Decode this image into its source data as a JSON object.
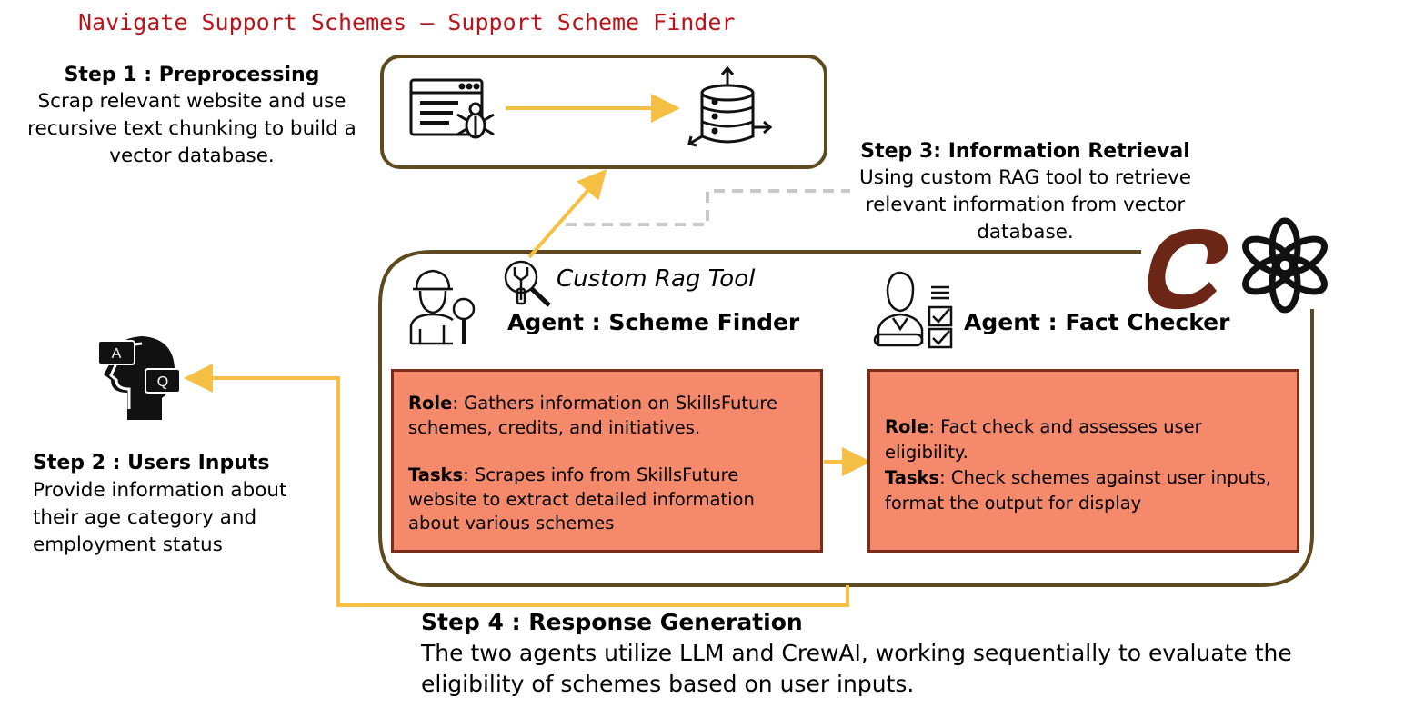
{
  "title": "Navigate Support Schemes – Support Scheme Finder",
  "step1": {
    "heading": "Step 1 : Preprocessing",
    "body": "Scrap relevant website and use recursive text chunking to build a vector database."
  },
  "step2": {
    "heading": "Step 2 : Users Inputs",
    "body": "Provide information about their age category and employment status"
  },
  "step3": {
    "heading": "Step 3: Information Retrieval",
    "body": "Using custom RAG tool to retrieve relevant information from vector database."
  },
  "step4": {
    "heading": "Step 4 : Response Generation",
    "body": "The two agents utilize LLM and CrewAI, working sequentially to evaluate the eligibility of schemes based on user inputs."
  },
  "tool_label": "Custom Rag Tool",
  "agent1": {
    "title": "Agent : Scheme Finder",
    "role_label": "Role",
    "role_text": ": Gathers information on SkillsFuture schemes, credits, and initiatives.",
    "tasks_label": "Tasks",
    "tasks_text": ": Scrapes info from SkillsFuture website to extract detailed information about various schemes"
  },
  "agent2": {
    "title": "Agent : Fact Checker",
    "role_label": "Role",
    "role_text": ": Fact check and assesses user eligibility.",
    "tasks_label": "Tasks",
    "tasks_text": ": Check schemes against user inputs, format the output for display"
  },
  "user_icon_letters": {
    "a": "A",
    "q": "Q"
  },
  "icons": [
    "web-scraper-icon",
    "database-icon",
    "user-qa-head-icon",
    "worker-search-icon",
    "tool-search-icon",
    "agent-checklist-icon",
    "crewai-logo",
    "openai-logo"
  ],
  "colors": {
    "title": "#b8141b",
    "frame": "#5e4a1e",
    "arrow": "#f5c043",
    "dashed": "#c8c8c8",
    "agent_box": "#f4896b",
    "agent_box_border": "#7a2e1a",
    "crewai": "#6b2616"
  }
}
